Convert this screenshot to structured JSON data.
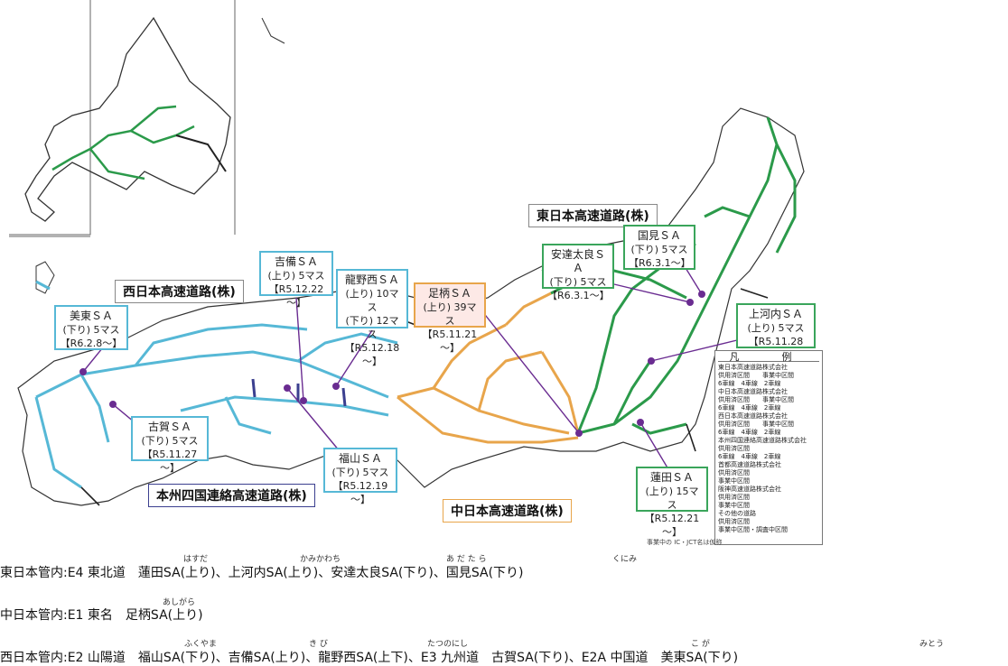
{
  "companies": {
    "east": "東日本高速道路(株)",
    "west": "西日本高速道路(株)",
    "shikoku": "本州四国連絡高速道路(株)",
    "central": "中日本高速道路(株)"
  },
  "sa_boxes": {
    "kibi": {
      "name": "吉備ＳＡ",
      "l2": "(上り) 5マス",
      "l3": "【R5.12.22～】"
    },
    "tatsuno": {
      "name": "龍野西ＳＡ",
      "l2": "(上り) 10マス",
      "l3": "(下り) 12マス",
      "l4": "【R5.12.18～】"
    },
    "ashigara": {
      "name": "足柄ＳＡ",
      "l2": "(上り) 39マス",
      "l3": "【R5.11.21～】"
    },
    "adatara": {
      "name": "安達太良ＳＡ",
      "l2": "(下り) 5マス",
      "l3": "【R6.3.1～】"
    },
    "kunimi": {
      "name": "国見ＳＡ",
      "l2": "(下り) 5マス",
      "l3": "【R6.3.1～】"
    },
    "kamikawachi": {
      "name": "上河内ＳＡ",
      "l2": "(上り) 5マス",
      "l3": "【R5.11.28～】"
    },
    "mito": {
      "name": "美東ＳＡ",
      "l2": "(下り) 5マス",
      "l3": "【R6.2.8～】"
    },
    "koga": {
      "name": "古賀ＳＡ",
      "l2": "(下り) 5マス",
      "l3": "【R5.11.27～】"
    },
    "fukuyama": {
      "name": "福山ＳＡ",
      "l2": "(下り) 5マス",
      "l3": "【R5.12.19～】"
    },
    "hasuda": {
      "name": "蓮田ＳＡ",
      "l2": "(上り) 15マス",
      "l3": "【R5.12.21～】"
    }
  },
  "legend": {
    "title": "凡　例",
    "rows": [
      "東日本高速道路株式会社",
      "供用済区間　　事業中区間",
      "6車線　4車線　2車線",
      "中日本高速道路株式会社",
      "供用済区間　　事業中区間",
      "6車線　4車線　2車線",
      "西日本高速道路株式会社",
      "供用済区間　　事業中区間",
      "6車線　4車線　2車線",
      "本州四国連絡高速道路株式会社",
      "供用済区間",
      "6車線　4車線　2車線",
      "首都高速道路株式会社",
      "供用済区間",
      "事業中区間",
      "阪神高速道路株式会社",
      "供用済区間",
      "事業中区間",
      "その他の道路",
      "供用済区間",
      "事業中区間・調査中区間"
    ]
  },
  "map_note": "事業中の IC・JCT名は仮称",
  "bottom": {
    "line1": "東日本管内:E4 東北道　蓮田SA(上り)、上河内SA(上り)、安達太良SA(下り)、国見SA(下り)",
    "line2": "中日本管内:E1 東名　足柄SA(上り)",
    "line3": "西日本管内:E2 山陽道　福山SA(下り)、吉備SA(上り)、龍野西SA(上下)、E3 九州道　古賀SA(下り)、E2A 中国道　美東SA(下り)"
  },
  "ruby": {
    "hasuda": "はすだ",
    "kamikawachi": "かみかわち",
    "adatara": "あ だ た ら",
    "kunimi": "くにみ",
    "ashigara": "あしがら",
    "fukuyama": "ふくやま",
    "kibi": "き び",
    "tatsunonishi": "たつのにし",
    "koga": "こ が",
    "mito": "みとう"
  },
  "colors": {
    "east": "#3aa55b",
    "central": "#e8a54b",
    "west": "#56b8d6",
    "shikoku": "#3b3f8f",
    "marker": "#6a2c91",
    "other": "#222222"
  }
}
